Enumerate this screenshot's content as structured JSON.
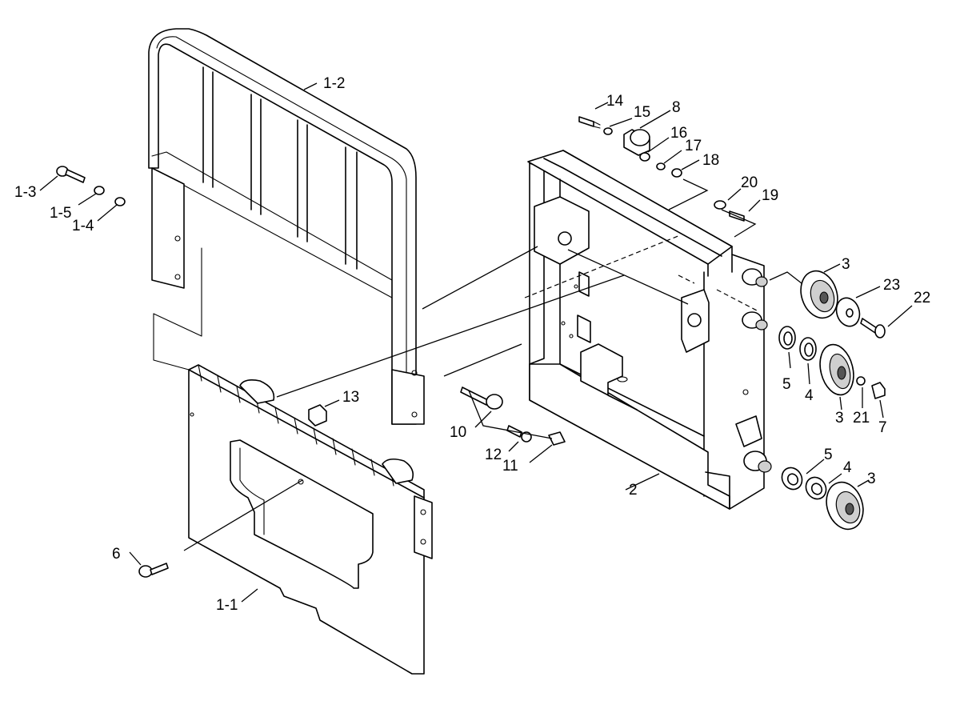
{
  "labels": {
    "c1_1": "1-1",
    "c1_2": "1-2",
    "c1_3": "1-3",
    "c1_4": "1-4",
    "c1_5": "1-5",
    "c2": "2",
    "c3": "3",
    "c4": "4",
    "c5": "5",
    "c6": "6",
    "c7": "7",
    "c8": "8",
    "c10": "10",
    "c11": "11",
    "c12": "12",
    "c13": "13",
    "c14": "14",
    "c15": "15",
    "c16": "16",
    "c17": "17",
    "c18": "18",
    "c19": "19",
    "c20": "20",
    "c21": "21",
    "c22": "22",
    "c23": "23"
  }
}
